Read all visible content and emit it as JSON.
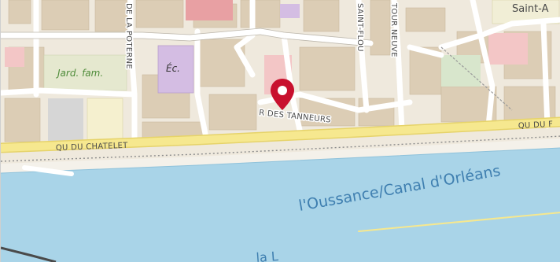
{
  "map": {
    "labels": {
      "garden": "Jard. fam.",
      "school": "Éc.",
      "poterne": "DE LA POTERNE",
      "saint_flou": "SAINT-FLOU",
      "tour_neuve": "TOUR NEUVE",
      "tanneurs": "R DES TANNEURS",
      "quai_fort": "QU DU F",
      "quai_chatelet": "QU DU CHATELET",
      "waterway": "l'Oussance/Canal d'Orléans",
      "saint_partial": "Saint-A",
      "bottom_partial": "la L"
    },
    "marker": {
      "icon": "map-pin-icon",
      "color": "#c8102e"
    },
    "colors": {
      "water": "#a9d4e8",
      "land": "#efe9dd",
      "major_road": "#f6e88f",
      "building": "#d9cbb3",
      "school": "#d4bde3",
      "park": "#d8e6cc"
    }
  }
}
